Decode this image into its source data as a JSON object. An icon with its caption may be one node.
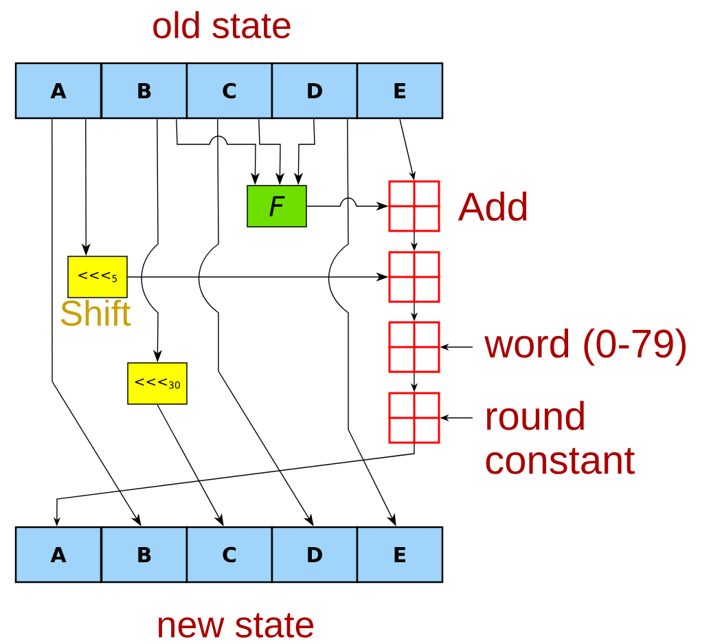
{
  "diagram": {
    "title": "old state",
    "caption": "new state",
    "nodes": [
      {
        "text": [
          "A"
        ]
      },
      {
        "text": [
          "B"
        ]
      },
      {
        "text": [
          "C"
        ]
      },
      {
        "text": [
          "D"
        ]
      },
      {
        "text": [
          "E"
        ]
      },
      {
        "text": [
          "*F*"
        ]
      },
      {
        "text": [
          "<<<$_{5}$"
        ],
        "beside": [
          "Shift"
        ]
      },
      {
        "text": [
          "<<<$_{30}$"
        ]
      },
      {
        "text": [],
        "shape": "box",
        "beside": [
          "Add"
        ]
      },
      {
        "text": [],
        "shape": "box"
      },
      {
        "text": [],
        "shape": "box"
      },
      {
        "text": [],
        "shape": "box"
      },
      {
        "text": [
          "word (0-79)"
        ]
      },
      {
        "text": [
          "round constant"
        ]
      },
      {
        "text": [
          "A"
        ]
      },
      {
        "text": [
          "B"
        ]
      },
      {
        "text": [
          "C"
        ]
      },
      {
        "text": [
          "D"
        ]
      },
      {
        "text": [
          "E"
        ]
      }
    ],
    "edges": [
      {
        "from": 0,
        "to": 6,
        "arrow": "to"
      },
      {
        "from": 0,
        "to": 15,
        "arrow": "to"
      },
      {
        "from": 1,
        "to": 7,
        "arrow": "to"
      },
      {
        "from": 1,
        "to": 5,
        "arrow": "to"
      },
      {
        "from": 2,
        "to": 5,
        "arrow": "to"
      },
      {
        "from": 3,
        "to": 5,
        "arrow": "to"
      },
      {
        "from": 2,
        "to": 17,
        "arrow": "to"
      },
      {
        "from": 3,
        "to": 18,
        "arrow": "to"
      },
      {
        "from": 4,
        "to": 8,
        "arrow": "to"
      },
      {
        "from": 5,
        "to": 8,
        "arrow": "to"
      },
      {
        "from": 6,
        "to": 9,
        "arrow": "to"
      },
      {
        "from": 8,
        "to": 9,
        "arrow": "to"
      },
      {
        "from": 9,
        "to": 10,
        "arrow": "to"
      },
      {
        "from": 10,
        "to": 11,
        "arrow": "to"
      },
      {
        "from": 12,
        "to": 10,
        "arrow": "to"
      },
      {
        "from": 13,
        "to": 11,
        "arrow": "to"
      },
      {
        "from": 11,
        "to": 14,
        "arrow": "to"
      },
      {
        "from": 7,
        "to": 16,
        "arrow": "to"
      }
    ]
  }
}
